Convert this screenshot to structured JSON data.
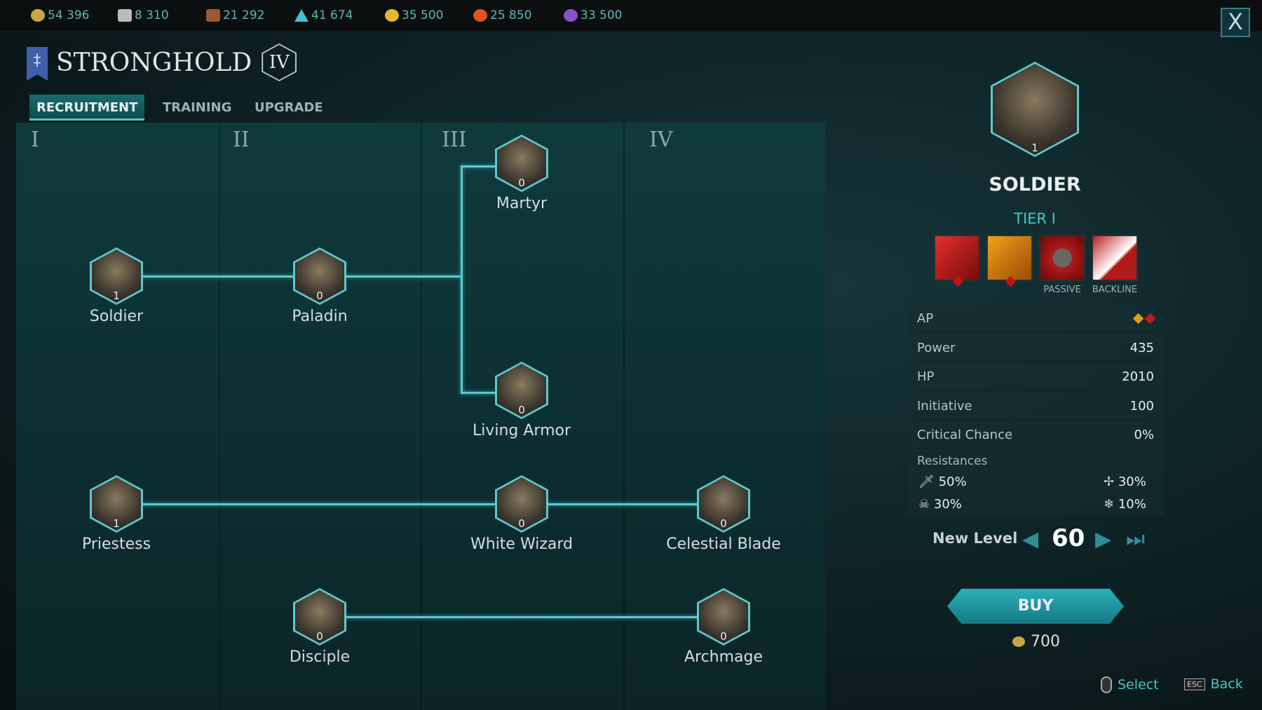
{
  "resources": [
    {
      "icon": "gold-coin-icon",
      "value": "54 396",
      "color": "#c9a545"
    },
    {
      "icon": "iron-ingot-icon",
      "value": "8 310",
      "color": "#b9bcbe"
    },
    {
      "icon": "wood-icon",
      "value": "21 292",
      "color": "#9a5a30"
    },
    {
      "icon": "crystal-icon",
      "value": "41 674",
      "color": "#3fc2d0"
    },
    {
      "icon": "holy-orb-icon",
      "value": "35 500",
      "color": "#e6b82a"
    },
    {
      "icon": "fire-orb-icon",
      "value": "25 850",
      "color": "#e2541d"
    },
    {
      "icon": "arcane-orb-icon",
      "value": "33 500",
      "color": "#8b4fc9"
    }
  ],
  "header": {
    "title": "STRONGHOLD",
    "level": "IV",
    "close": "X"
  },
  "tabs": [
    {
      "label": "RECRUITMENT",
      "active": true
    },
    {
      "label": "TRAINING"
    },
    {
      "label": "UPGRADE"
    }
  ],
  "tree": {
    "tiers": [
      "I",
      "II",
      "III",
      "IV"
    ],
    "units": [
      {
        "name": "Soldier",
        "count": "1"
      },
      {
        "name": "Paladin",
        "count": "0"
      },
      {
        "name": "Martyr",
        "count": "0"
      },
      {
        "name": "Living Armor",
        "count": "0"
      },
      {
        "name": "Priestess",
        "count": "1"
      },
      {
        "name": "White Wizard",
        "count": "0"
      },
      {
        "name": "Celestial Blade",
        "count": "0"
      },
      {
        "name": "Disciple",
        "count": "0"
      },
      {
        "name": "Archmage",
        "count": "0"
      }
    ]
  },
  "detail": {
    "count": "1",
    "name": "SOLDIER",
    "tier": "TIER I",
    "skills": [
      {
        "icon": "sword-attack-icon",
        "label": ""
      },
      {
        "icon": "fist-icon",
        "label": ""
      },
      {
        "icon": "shield-icon",
        "label": "PASSIVE"
      },
      {
        "icon": "backline-icon",
        "label": "BACKLINE"
      }
    ],
    "stats": [
      {
        "label": "AP",
        "value": ""
      },
      {
        "label": "Power",
        "value": "435"
      },
      {
        "label": "HP",
        "value": "2010"
      },
      {
        "label": "Initiative",
        "value": "100"
      },
      {
        "label": "Critical Chance",
        "value": "0%"
      }
    ],
    "resistances_label": "Resistances",
    "resistances": [
      {
        "icon": "blade-icon",
        "value": "50%"
      },
      {
        "icon": "holy-cross-icon",
        "value": "30%"
      },
      {
        "icon": "skull-icon",
        "value": "30%"
      },
      {
        "icon": "elemental-icon",
        "value": "10%"
      }
    ],
    "new_level_label": "New Level",
    "new_level": "60",
    "buy_label": "BUY",
    "cost": "700"
  },
  "hints": {
    "select": "Select",
    "esc": "ESC",
    "back": "Back"
  }
}
